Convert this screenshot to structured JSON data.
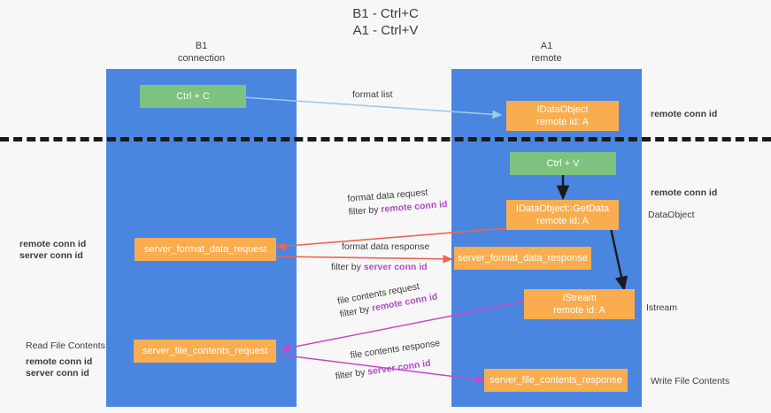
{
  "title": "B1 - Ctrl+C\nA1 - Ctrl+V",
  "columns": [
    {
      "name": "b1",
      "heading": "B1\nconnection"
    },
    {
      "name": "a1",
      "heading": "A1\nremote"
    }
  ],
  "colors": {
    "lane": "#4a86e0",
    "green_node": "#7dc27f",
    "orange_node": "#f9ad4e",
    "purple_text": "#b44bc9",
    "green_text": "#6fbf73",
    "red_arrow": "#ee6352",
    "magenta_arrow": "#c746c7",
    "blue_arrow": "#9ccbe8",
    "black_arrow": "#1a1a1a",
    "separator": "#1a1a1a"
  },
  "nodes": {
    "ctrl_c": {
      "label": "Ctrl + C"
    },
    "idataobject": {
      "label": "IDataObject",
      "sub": "remote id: A"
    },
    "ctrl_v": {
      "label": "Ctrl + V"
    },
    "getdata": {
      "label": "IDataObject::GetData",
      "sub": "remote id: A"
    },
    "server_format_data_request": {
      "label": "server_format_data_request"
    },
    "server_format_data_response": {
      "label": "server_format_data_response"
    },
    "istream": {
      "label": "IStream",
      "sub": "remote id: A"
    },
    "server_file_contents_request": {
      "label": "server_file_contents_request"
    },
    "server_file_contents_response": {
      "label": "server_file_contents_response"
    }
  },
  "edges": {
    "format_list": {
      "label": "format list"
    },
    "format_data_request": {
      "label": "format data request",
      "filter_prefix": "filter by ",
      "filter_key": "remote conn id"
    },
    "format_data_response": {
      "label": "format data response",
      "filter_prefix": "filter by ",
      "filter_key": "server conn id"
    },
    "file_contents_request": {
      "label": "file contents request",
      "filter_prefix": "filter by ",
      "filter_key": "remote conn id"
    },
    "file_contents_response": {
      "label": "file contents response",
      "filter_prefix": "filter by ",
      "filter_key": "server conn id"
    }
  },
  "annotations": {
    "right_remote_conn_id_top": "remote conn id",
    "right_remote_conn_id_mid": "remote conn id",
    "right_dataobject": "DataObject",
    "right_istream": "Istream",
    "right_write_file_contents": "Write File Contents",
    "left_remote_conn_id_mid": "remote conn id",
    "left_server_conn_id_mid": "server conn id",
    "left_read_file_contents": "Read File Contents",
    "left_remote_conn_id_bottom": "remote conn id",
    "left_server_conn_id_bottom": "server conn id"
  }
}
